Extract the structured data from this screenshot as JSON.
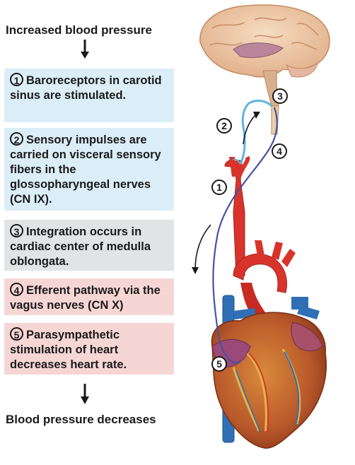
{
  "flow": {
    "start": "Increased blood pressure",
    "end": "Blood pressure decreases",
    "steps": [
      {
        "num": "1",
        "text": "Baroreceptors in carotid sinus are stimulated.",
        "color": "#dbeef8"
      },
      {
        "num": "2",
        "text": "Sensory impulses are carried on visceral sensory fibers in the glossopharyngeal nerves (CN IX).",
        "color": "#dbeef8"
      },
      {
        "num": "3",
        "text": "Integration occurs in cardiac center of medulla oblongata.",
        "color": "#e2e3e4"
      },
      {
        "num": "4",
        "text": "Efferent pathway via the vagus nerves (CN X)",
        "color": "#f6d6d5"
      },
      {
        "num": "5",
        "text": "Parasympathetic stimulation of heart decreases heart rate.",
        "color": "#f6d6d5"
      }
    ]
  },
  "figure": {
    "markers": [
      "1",
      "2",
      "3",
      "4",
      "5"
    ],
    "colors": {
      "artery": "#d8342b",
      "vein": "#2f6fb5",
      "sensory_nerve": "#5fb3e0",
      "vagus_nerve": "#4b4fa3",
      "brain": "#eec9a7",
      "heart_muscle": "#c9742f"
    }
  }
}
